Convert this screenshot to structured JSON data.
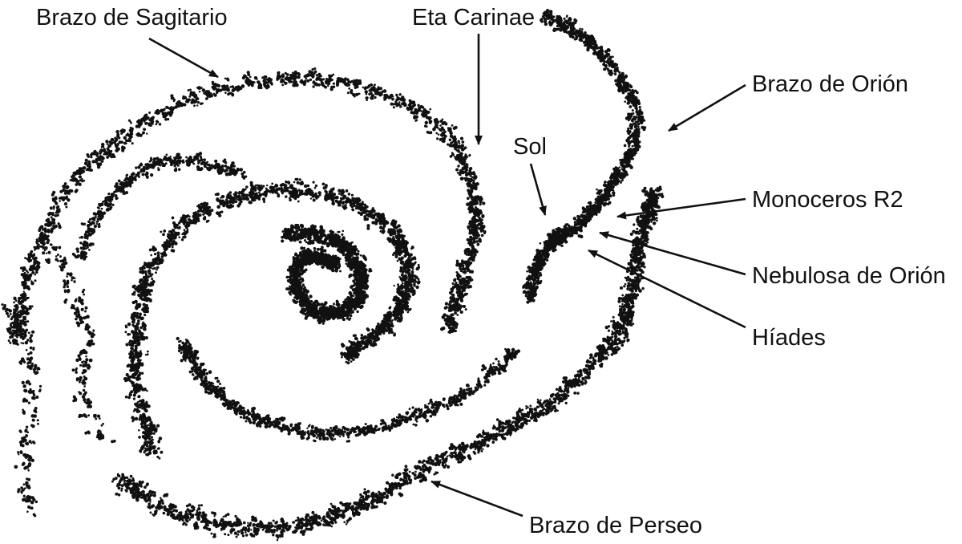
{
  "diagram": {
    "ink_color": "#111111",
    "background": "#ffffff",
    "labels": {
      "sagitario": "Brazo de Sagitario",
      "eta_carinae": "Eta Carinae",
      "orion_arm": "Brazo de Orión",
      "sol": "Sol",
      "monoceros": "Monoceros R2",
      "nebulosa": "Nebulosa de Orión",
      "hiades": "Híades",
      "perseo": "Brazo de Perseo"
    }
  }
}
